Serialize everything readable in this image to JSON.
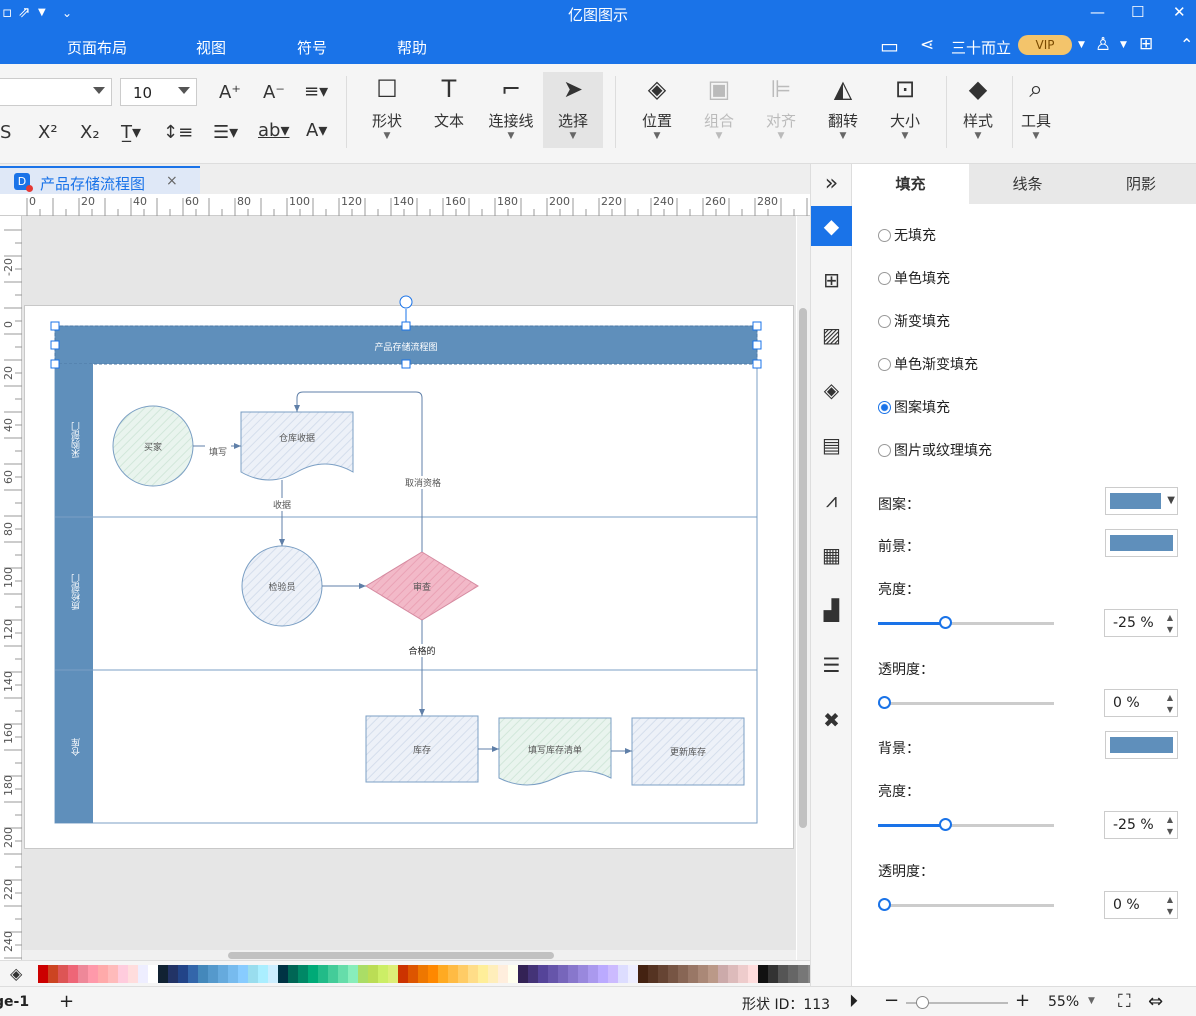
{
  "app": {
    "title": "亿图图示"
  },
  "menu": {
    "items": [
      "页面布局",
      "视图",
      "符号",
      "帮助"
    ],
    "user": "三十而立",
    "vip": "VIP"
  },
  "toolbar": {
    "font_size": "10",
    "buttons": {
      "shape": "形状",
      "text": "文本",
      "connector": "连接线",
      "select": "选择",
      "position": "位置",
      "group": "组合",
      "align": "对齐",
      "flip": "翻转",
      "size": "大小",
      "style": "样式",
      "tools": "工具"
    }
  },
  "tab": {
    "label": "产品存储流程图",
    "close": "×"
  },
  "ruler": {
    "h": [
      "0",
      "20",
      "40",
      "60",
      "80",
      "100",
      "120",
      "140",
      "160",
      "180",
      "200",
      "220",
      "240",
      "260",
      "280"
    ],
    "v": [
      "-20",
      "0",
      "20",
      "40",
      "60",
      "80",
      "100",
      "120",
      "140",
      "160",
      "180",
      "200",
      "220",
      "240"
    ]
  },
  "diagram": {
    "title": "产品存储流程图",
    "lanes": [
      "采购部门",
      "质检部门",
      "仓库"
    ],
    "nodes": {
      "buyer": "买家",
      "receipt": "仓库收据",
      "inspector": "检验员",
      "review": "审查",
      "stock": "库存",
      "list": "填写库存清单",
      "update": "更新库存"
    },
    "edges": {
      "fill": "填写",
      "receive": "收据",
      "cancel": "取消资格",
      "qualified": "合格的"
    },
    "colors": {
      "header": "#5f8fbb",
      "circle": "#e6f3ec",
      "doc": "#e9eef7",
      "diamond": "#f2b6c6"
    }
  },
  "panel": {
    "tabs": [
      "填充",
      "线条",
      "阴影"
    ],
    "fill_options": [
      "无填充",
      "单色填充",
      "渐变填充",
      "单色渐变填充",
      "图案填充",
      "图片或纹理填充"
    ],
    "selected_option": "图案填充",
    "pattern_label": "图案：",
    "fg_label": "前景：",
    "bg_label": "背景：",
    "brightness_label": "亮度：",
    "transparency_label": "透明度：",
    "fg_brightness": "-25 %",
    "fg_transparency": "0 %",
    "bg_brightness": "-25 %",
    "bg_transparency": "0 %",
    "color": "#5f8fbb"
  },
  "status": {
    "page": "ge-1",
    "add": "+",
    "shape_id": "形状 ID：113",
    "zoom": "55%"
  }
}
